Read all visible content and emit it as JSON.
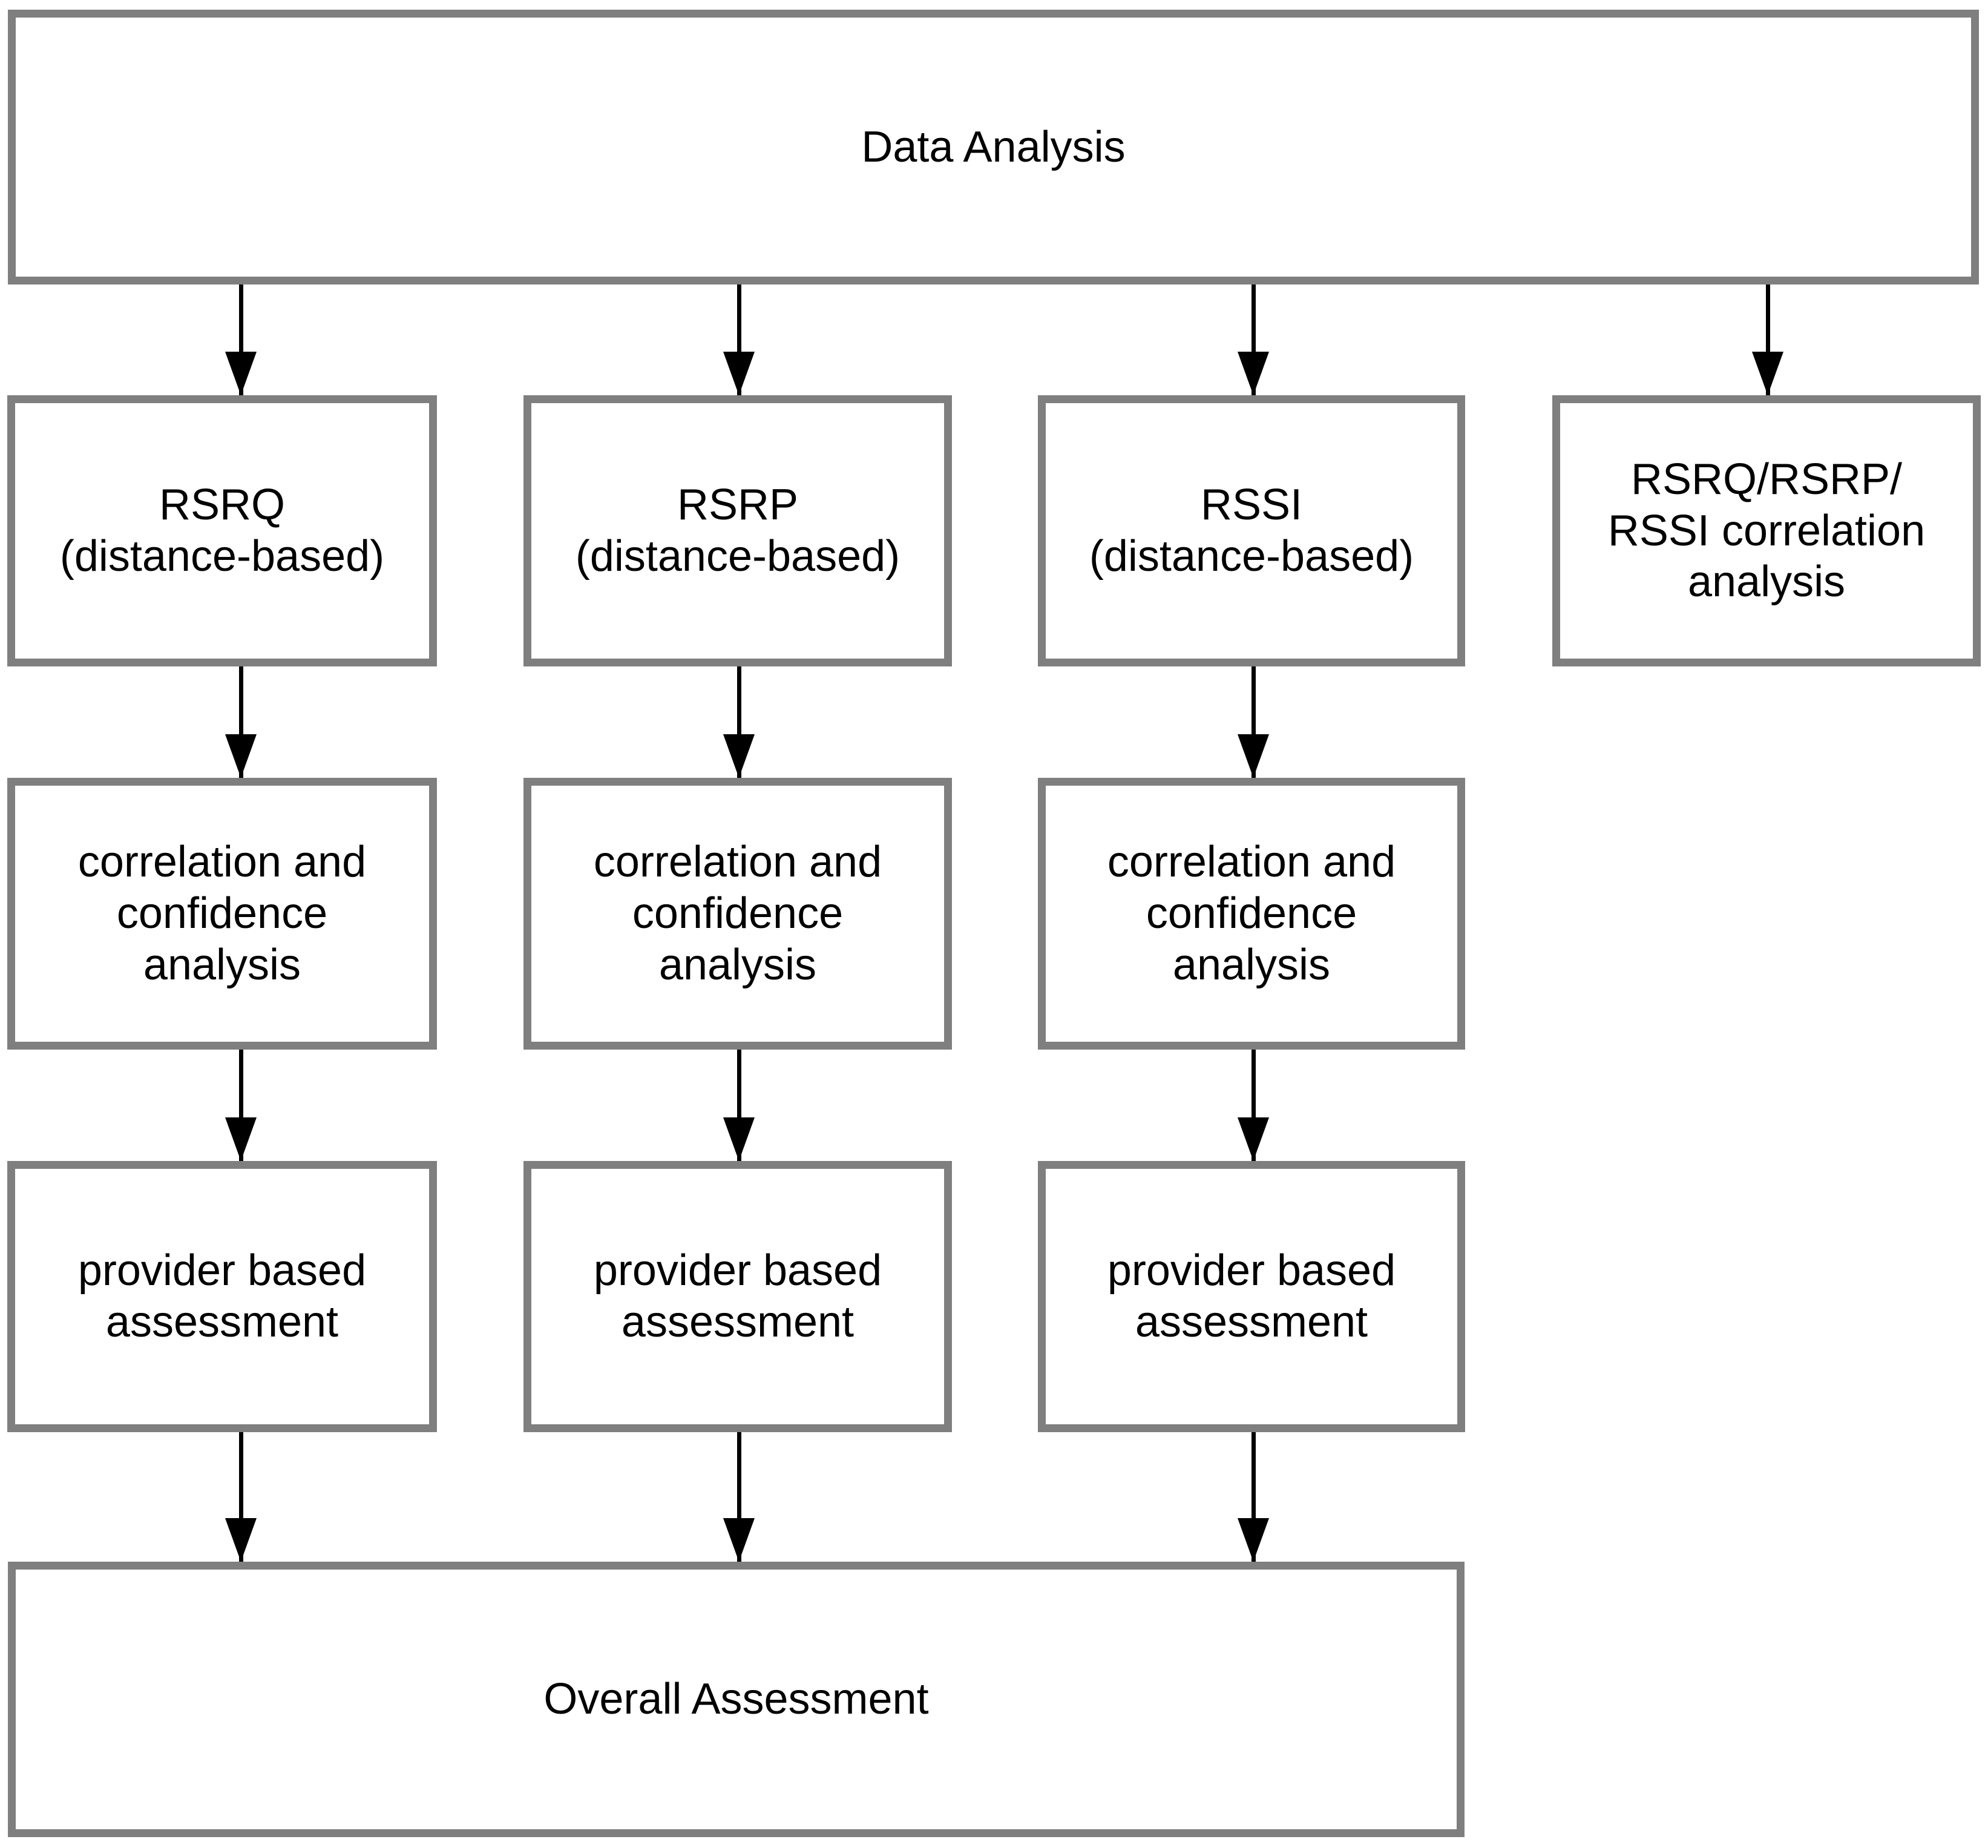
{
  "diagram": {
    "title": "Data Analysis",
    "type": "flowchart",
    "background_color": "#ffffff",
    "node_border_color": "#7f7f7f",
    "arrow_color": "#000000",
    "text_color": "#000000"
  },
  "nodes": {
    "root": {
      "id": "data-analysis",
      "label": "Data Analysis"
    },
    "metrics": [
      {
        "id": "rsrq-distance",
        "label": "RSRQ\n(distance-based)"
      },
      {
        "id": "rsrp-distance",
        "label": "RSRP\n(distance-based)"
      },
      {
        "id": "rssi-distance",
        "label": "RSSI\n(distance-based)"
      },
      {
        "id": "rsrq-rsrp-rssi-correlation",
        "label": "RSRQ/RSRP/\nRSSI correlation\nanalysis"
      }
    ],
    "correlation": [
      {
        "id": "rsrq-correlation-confidence",
        "label": "correlation and\nconfidence\nanalysis"
      },
      {
        "id": "rsrp-correlation-confidence",
        "label": "correlation and\nconfidence\nanalysis"
      },
      {
        "id": "rssi-correlation-confidence",
        "label": "correlation and\nconfidence\nanalysis"
      }
    ],
    "provider": [
      {
        "id": "rsrq-provider-assessment",
        "label": "provider based\nassessment"
      },
      {
        "id": "rsrp-provider-assessment",
        "label": "provider based\nassessment"
      },
      {
        "id": "rssi-provider-assessment",
        "label": "provider based\nassessment"
      }
    ],
    "result": {
      "id": "overall-assessment",
      "label": "Overall Assessment"
    }
  },
  "edges": [
    {
      "from": "data-analysis",
      "to": "rsrq-distance"
    },
    {
      "from": "data-analysis",
      "to": "rsrp-distance"
    },
    {
      "from": "data-analysis",
      "to": "rssi-distance"
    },
    {
      "from": "data-analysis",
      "to": "rsrq-rsrp-rssi-correlation"
    },
    {
      "from": "rsrq-distance",
      "to": "rsrq-correlation-confidence"
    },
    {
      "from": "rsrp-distance",
      "to": "rsrp-correlation-confidence"
    },
    {
      "from": "rssi-distance",
      "to": "rssi-correlation-confidence"
    },
    {
      "from": "rsrq-correlation-confidence",
      "to": "rsrq-provider-assessment"
    },
    {
      "from": "rsrp-correlation-confidence",
      "to": "rsrp-provider-assessment"
    },
    {
      "from": "rssi-correlation-confidence",
      "to": "rssi-provider-assessment"
    },
    {
      "from": "rsrq-provider-assessment",
      "to": "overall-assessment"
    },
    {
      "from": "rsrp-provider-assessment",
      "to": "overall-assessment"
    },
    {
      "from": "rssi-provider-assessment",
      "to": "overall-assessment"
    }
  ]
}
